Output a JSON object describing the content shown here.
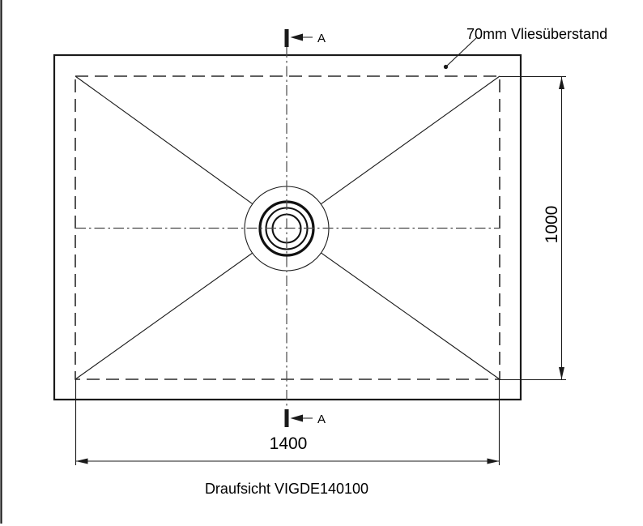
{
  "title": "Draufsicht VIGDE140100",
  "annotation": {
    "label": "70mm Vliesüberstand"
  },
  "dimensions": {
    "width": "1400",
    "height": "1000"
  },
  "section_markers": {
    "top_label": "A",
    "bottom_label": "A"
  },
  "colors": {
    "line": "#1a1a1a",
    "background": "#ffffff"
  }
}
